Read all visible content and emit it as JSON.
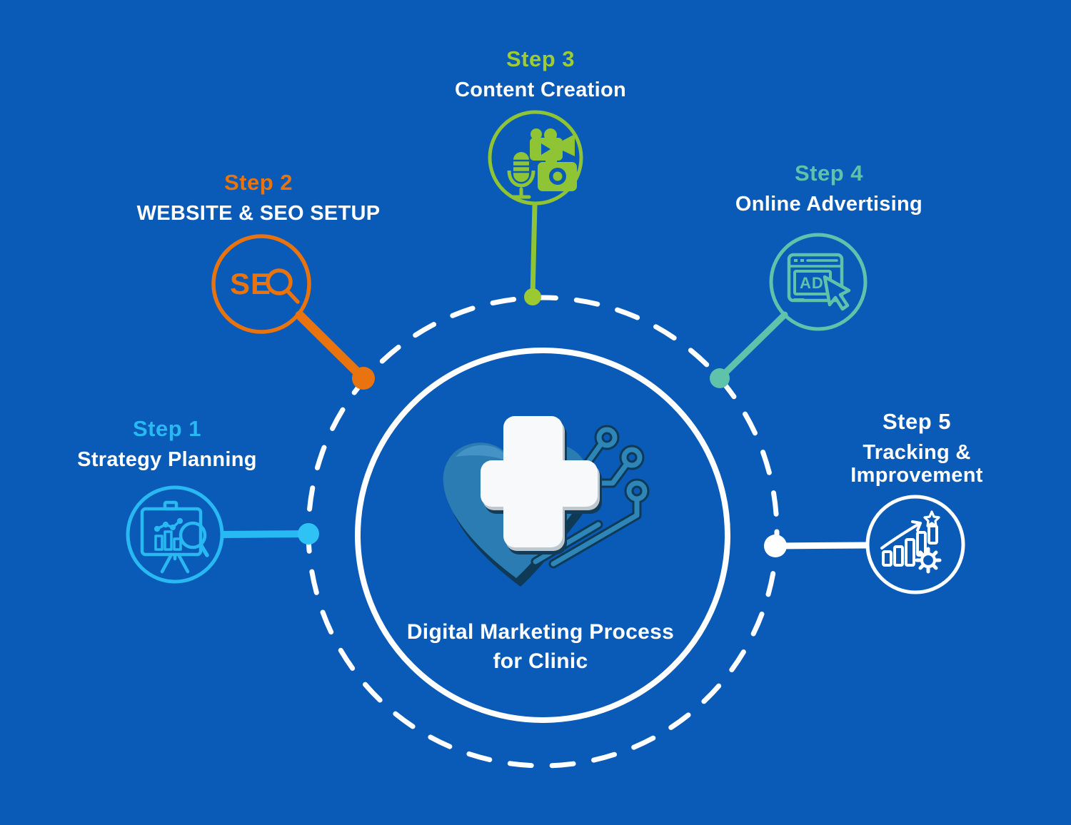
{
  "background_color": "#0a5ab8",
  "center": {
    "title": "Digital Marketing Process for Clinic",
    "logo_icon": "medical-heart-cross-circuit-logo",
    "inner_ring": "solid-white-circle",
    "outer_ring": "dashed-white-circle"
  },
  "steps": [
    {
      "label": "Step 1",
      "title": "Strategy Planning",
      "color": "#29b9f2",
      "icon": "strategy-planning-presentation-icon"
    },
    {
      "label": "Step 2",
      "title": "WEBSITE & SEO SETUP",
      "color": "#e8730f",
      "icon": "seo-magnifier-icon",
      "icon_text": "SE"
    },
    {
      "label": "Step 3",
      "title": "Content Creation",
      "color": "#9fcc33",
      "icon": "content-creation-media-icon"
    },
    {
      "label": "Step 4",
      "title": "Online Advertising",
      "color": "#5fc3ab",
      "icon": "online-advertising-browser-icon",
      "icon_text": "AD"
    },
    {
      "label": "Step 5",
      "title": "Tracking & Improvement",
      "color": "#ffffff",
      "icon": "tracking-improvement-chart-icon"
    }
  ]
}
